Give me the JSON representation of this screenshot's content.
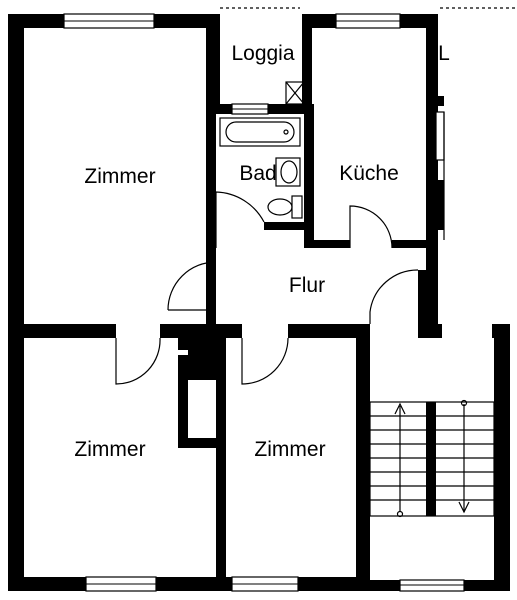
{
  "rooms": {
    "zimmer_top_left": "Zimmer",
    "loggia_left": "Loggia",
    "bad": "Bad",
    "kueche": "Küche",
    "flur": "Flur",
    "zimmer_bottom_left": "Zimmer",
    "zimmer_bottom_mid": "Zimmer",
    "loggia_right_partial": "L"
  }
}
